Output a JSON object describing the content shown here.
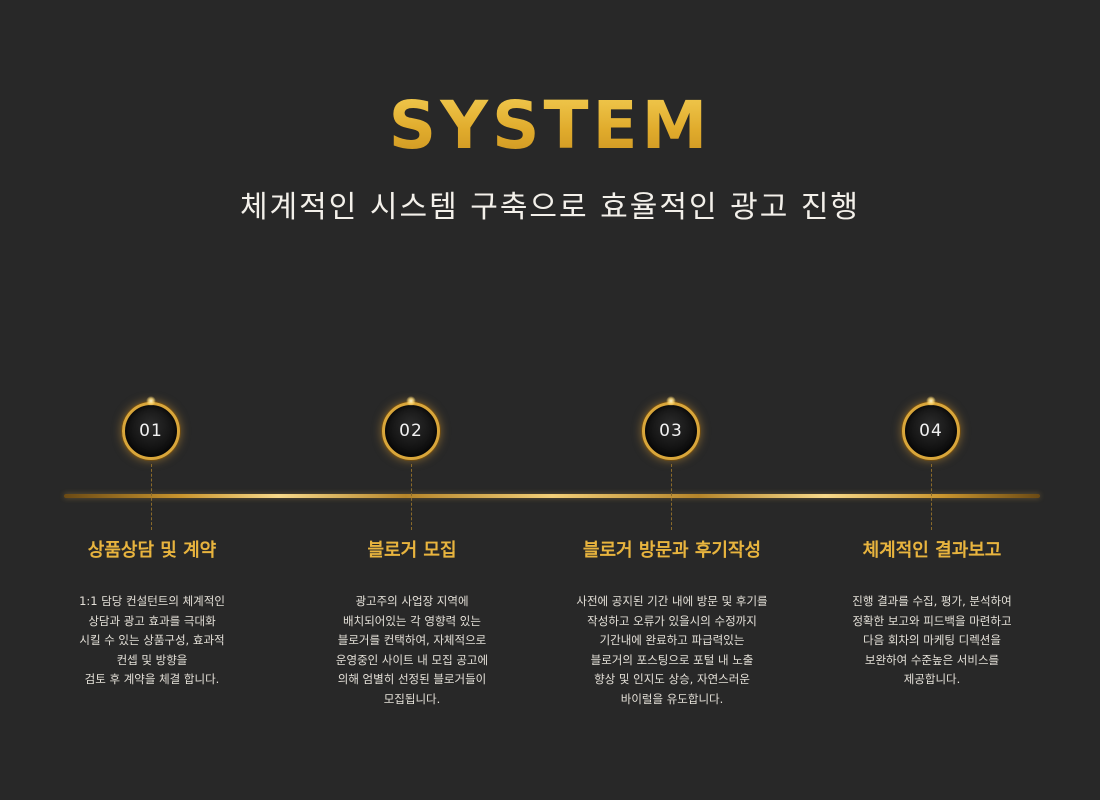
{
  "header": {
    "title": "SYSTEM",
    "subtitle": "체계적인 시스템 구축으로 효율적인 광고 진행"
  },
  "colors": {
    "background": "#282828",
    "gold": "#e0ab2c",
    "heading_gold": "#e8b43e",
    "text": "#e4e0d8"
  },
  "steps": [
    {
      "number": "01",
      "title": "상품상담 및 계약",
      "description": "1:1 담당 컨설턴트의 체계적인\n상담과 광고 효과를 극대화\n시킬 수 있는 상품구성, 효과적\n컨셉 및 방향을\n검토 후 계약을 체결 합니다."
    },
    {
      "number": "02",
      "title": "블로거 모집",
      "description": "광고주의 사업장 지역에\n배치되어있는 각 영향력 있는\n블로거를 컨택하여, 자체적으로\n운영중인 사이트 내 모집 공고에\n의해 엄별히 선정된 블로거들이\n모집됩니다."
    },
    {
      "number": "03",
      "title": "블로거 방문과 후기작성",
      "description": "사전에 공지된 기간 내에 방문 및 후기를\n작성하고 오류가 있을시의 수정까지\n기간내에 완료하고 파급력있는\n블로거의 포스팅으로 포털 내 노출\n향상 및 인지도 상승, 자연스러운\n바이럴을 유도합니다."
    },
    {
      "number": "04",
      "title": "체계적인 결과보고",
      "description": "진행 결과를 수집, 평가, 분석하여\n정확한 보고와 피드백을 마련하고\n다음 회차의 마케팅 디렉션을\n보완하여 수준높은 서비스를\n제공합니다."
    }
  ]
}
